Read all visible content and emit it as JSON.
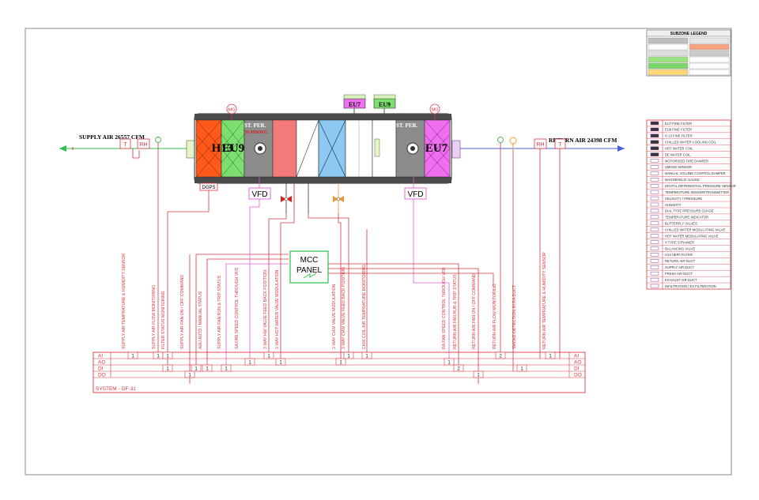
{
  "supply_air": "SUPPLY AIR 26557 CFM",
  "return_air": "RETURN AIR 24398 CFM",
  "sensors": {
    "t": "T",
    "rh": "RH",
    "mg": "MG",
    "dgps": "DGPS",
    "vfd": "VFD"
  },
  "ahu": {
    "h13": "H13",
    "eu9": "EU9",
    "st_per_left": "ST. PER.",
    "st_per_right": "ST. PER.",
    "mmwg": "50 MMWG",
    "eu7_right": "EU7",
    "top_filter_1": "EU7",
    "top_filter_2": "EU9"
  },
  "mcc": {
    "line1": "MCC",
    "line2": "PANEL"
  },
  "signals": [
    "SUPPLY AIR TEMPRATURE & HUMIDITY SENSOR",
    "SUPPLY AIR FLOW MONITORING",
    "FILTER STATUS MONITORING",
    "SUPPLY AIR FAN ON / OFF COMMAND",
    "AHU AUTO / MANUAL STATUS",
    "SUPPLY AIR FAN RUN & TRIP STATUS",
    "SA FAN SPEED CONTROL THROUGH VFD",
    "3 WAY HW VALVE FEED BACK POSITION",
    "3 WAY HOT WATER VALVE MODULATION",
    "3 WAY CHW VALVE MODULATION",
    "3 WAY CHW VALVE FEED BACK POSITION",
    "CHW COIL AIR TEMPRATURE MONITORING",
    "RA FAN SPEED CONTROL THROUGH VFD",
    "RETURN AIR FAN RUN & TRIP STATUS",
    "RETURN AIR FAN ON / OFF COMMAND",
    "RETURN AIR FLOW MONITORING",
    "SMOKE DETECTION IN RA DUCT",
    "RETURN AIR TEMPRATURE & HUMIDITY SENSOR"
  ],
  "io_rows": [
    "AI",
    "AO",
    "DI",
    "DO"
  ],
  "io_counts": [
    "1",
    "1",
    "1",
    "1",
    "1",
    "1",
    "2",
    "1",
    "1",
    "1",
    "1",
    "1",
    "1",
    "1",
    "2",
    "1",
    "1",
    "1",
    "1",
    "1"
  ],
  "system_label": "SYSTEM - GF-31",
  "subzone_legend": {
    "title": "SUBZONE LEGEND",
    "colors": [
      "#bdbdbd",
      "#e6e6e6",
      "#ffffff",
      "#f7a37f",
      "#e0e0e0",
      "#cccccc",
      "#99e27e",
      "#ffffff",
      "#7dd66b",
      "#ffffff",
      "#ffd777",
      "#ffffff"
    ]
  },
  "legend": [
    "EU7 FINE FILTER",
    "EU9 FINE FILTER",
    "H 13 FINE FILTER",
    "CHILLED WATER COOLING COIL",
    "HOT WATER COIL",
    "DE WATER COIL",
    "MOTORISED FIRE DAMPER",
    "SMOKE SENSOR",
    "MANUAL VOLUME CONTROL DAMPER",
    "MAGNEHELIC GAUGE",
    "DIGITAL DIFFERENTIAL PRESSURE SENSOR",
    "TEMPERATURE SENSOR/TRANSMITTER",
    "VELOCITY / PRESSURE",
    "HUMIDITY",
    "DIAL TYPE PRESSURE GUAGE",
    "TEMPERATURE INDICATOR",
    "BUTTERFLY VALVES",
    "CHILLED WATER MODULATING VALVE",
    "HOT WATER MODULATING VALVE",
    "Y-TYPE STRAINER",
    "BALANCING VALVE",
    "H13 HEPA FILTER",
    "RETURN AIR DUCT",
    "SUPPLY AIR DUCT",
    "FRESH AIR DUCT",
    "EXHAUST AIR DUCT",
    "INFILTRATION / EX FILTERATION"
  ],
  "colors": {
    "frame": "#d9363e",
    "line": "#d9363e",
    "pink": "#e05fd6"
  }
}
